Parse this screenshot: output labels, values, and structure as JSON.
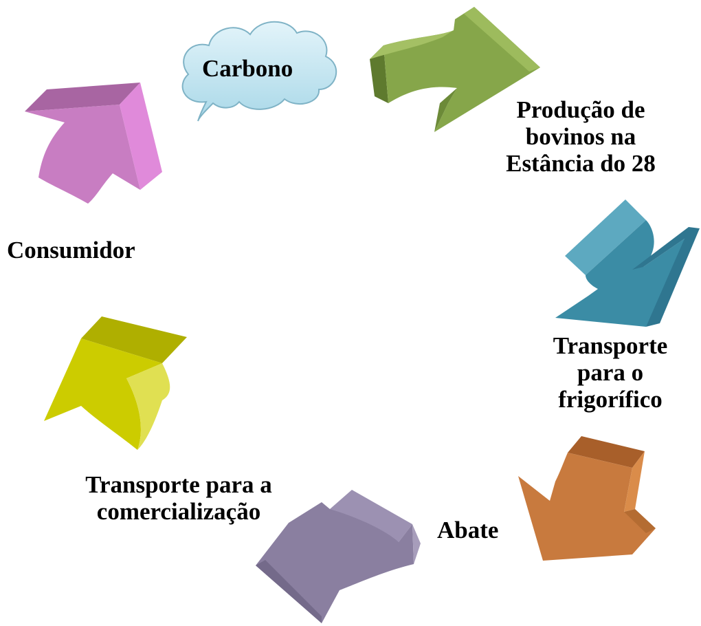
{
  "cloud_label": "Carbono",
  "steps": {
    "producao": [
      "Produção de",
      "bovinos na",
      "Estância do 28"
    ],
    "transporte_frigorifico": [
      "Transporte",
      "para o",
      "frigorífico"
    ],
    "abate": "Abate",
    "transporte_comercializacao": [
      "Transporte para a",
      "comercialização"
    ],
    "consumidor": "Consumidor"
  },
  "colors": {
    "green_arrow": "#86A64A",
    "teal_arrow": "#3B8CA5",
    "orange_arrow": "#C87A3E",
    "purple_arrow": "#8A7FA0",
    "yellow_arrow": "#CCCC00",
    "pink_arrow": "#D580CF",
    "cloud_fill": "#BFE3EF",
    "cloud_stroke": "#7FB3C6"
  },
  "icons": {
    "cloud": "cloud-shape",
    "arrows": "curved-3d-arrow"
  }
}
